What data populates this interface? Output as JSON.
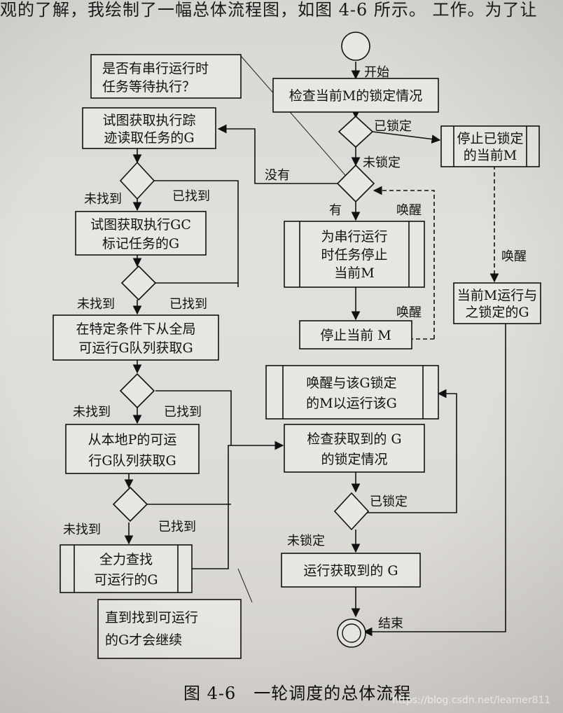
{
  "page": {
    "top_text": "观的了解，我绘制了一幅总体流程图，如图 4-6 所示。                 工作。为了让",
    "caption": "图 4-6　一轮调度的总体流程",
    "watermark": "https://blog.csdn.net/learner811"
  },
  "flow": {
    "start_label": "开始",
    "end_label": "结束",
    "check_lock": "检查当前M的锁定情况",
    "locked": "已锁定",
    "unlocked": "未锁定",
    "stop_locked_m": [
      "停止已锁定",
      "的当前M"
    ],
    "wake_1": "唤醒",
    "current_m_run": [
      "当前M运行与",
      "之锁定的G"
    ],
    "note_serial": [
      "是否有串行运行时",
      "任务等待执行？"
    ],
    "no": "没有",
    "yes": "有",
    "wake_2": "唤醒",
    "stop_for_serial": [
      "为串行运行",
      "时任务停止",
      "当前M"
    ],
    "wake_3": "唤醒",
    "stop_current_m": "停止当前 M",
    "wake_g_locked": [
      "唤醒与该G锁定",
      "的M以运行该G"
    ],
    "check_got_g": [
      "检查获取到的 G",
      "的锁定情况"
    ],
    "locked_2": "已锁定",
    "unlocked_2": "未锁定",
    "run_g": "运行获取到的 G",
    "try_trace": [
      "试图获取执行踪",
      "迹读取任务的G"
    ],
    "not_found": "未找到",
    "found": "已找到",
    "try_gc": [
      "试图获取执行GC",
      "标记任务的G"
    ],
    "global_queue": [
      "在特定条件下从全局",
      "可运行G队列获取G"
    ],
    "local_queue": [
      "从本地P的可运",
      "行G队列获取G"
    ],
    "full_search": [
      "全力查找",
      "可运行的G"
    ],
    "note_until": [
      "直到找到可运行",
      "的G才会继续"
    ]
  }
}
